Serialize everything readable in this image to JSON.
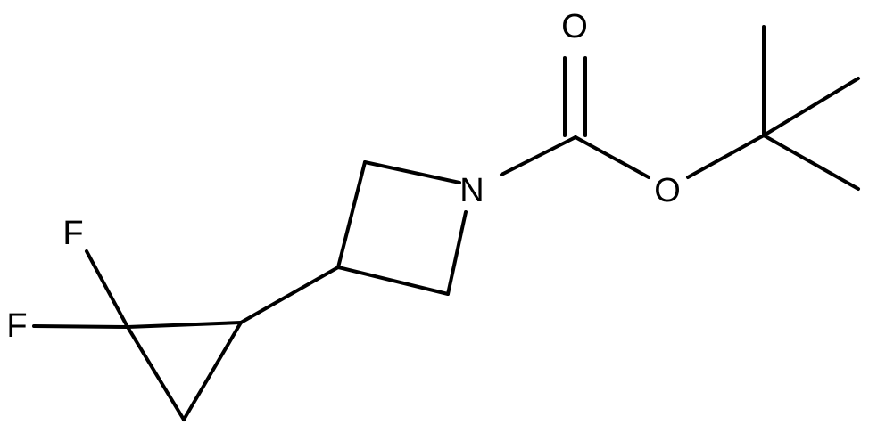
{
  "molecule": {
    "atoms": {
      "carbonyl_oxygen": "O",
      "ester_oxygen": "O",
      "nitrogen": "N",
      "fluorine_top": "F",
      "fluorine_left": "F"
    }
  }
}
